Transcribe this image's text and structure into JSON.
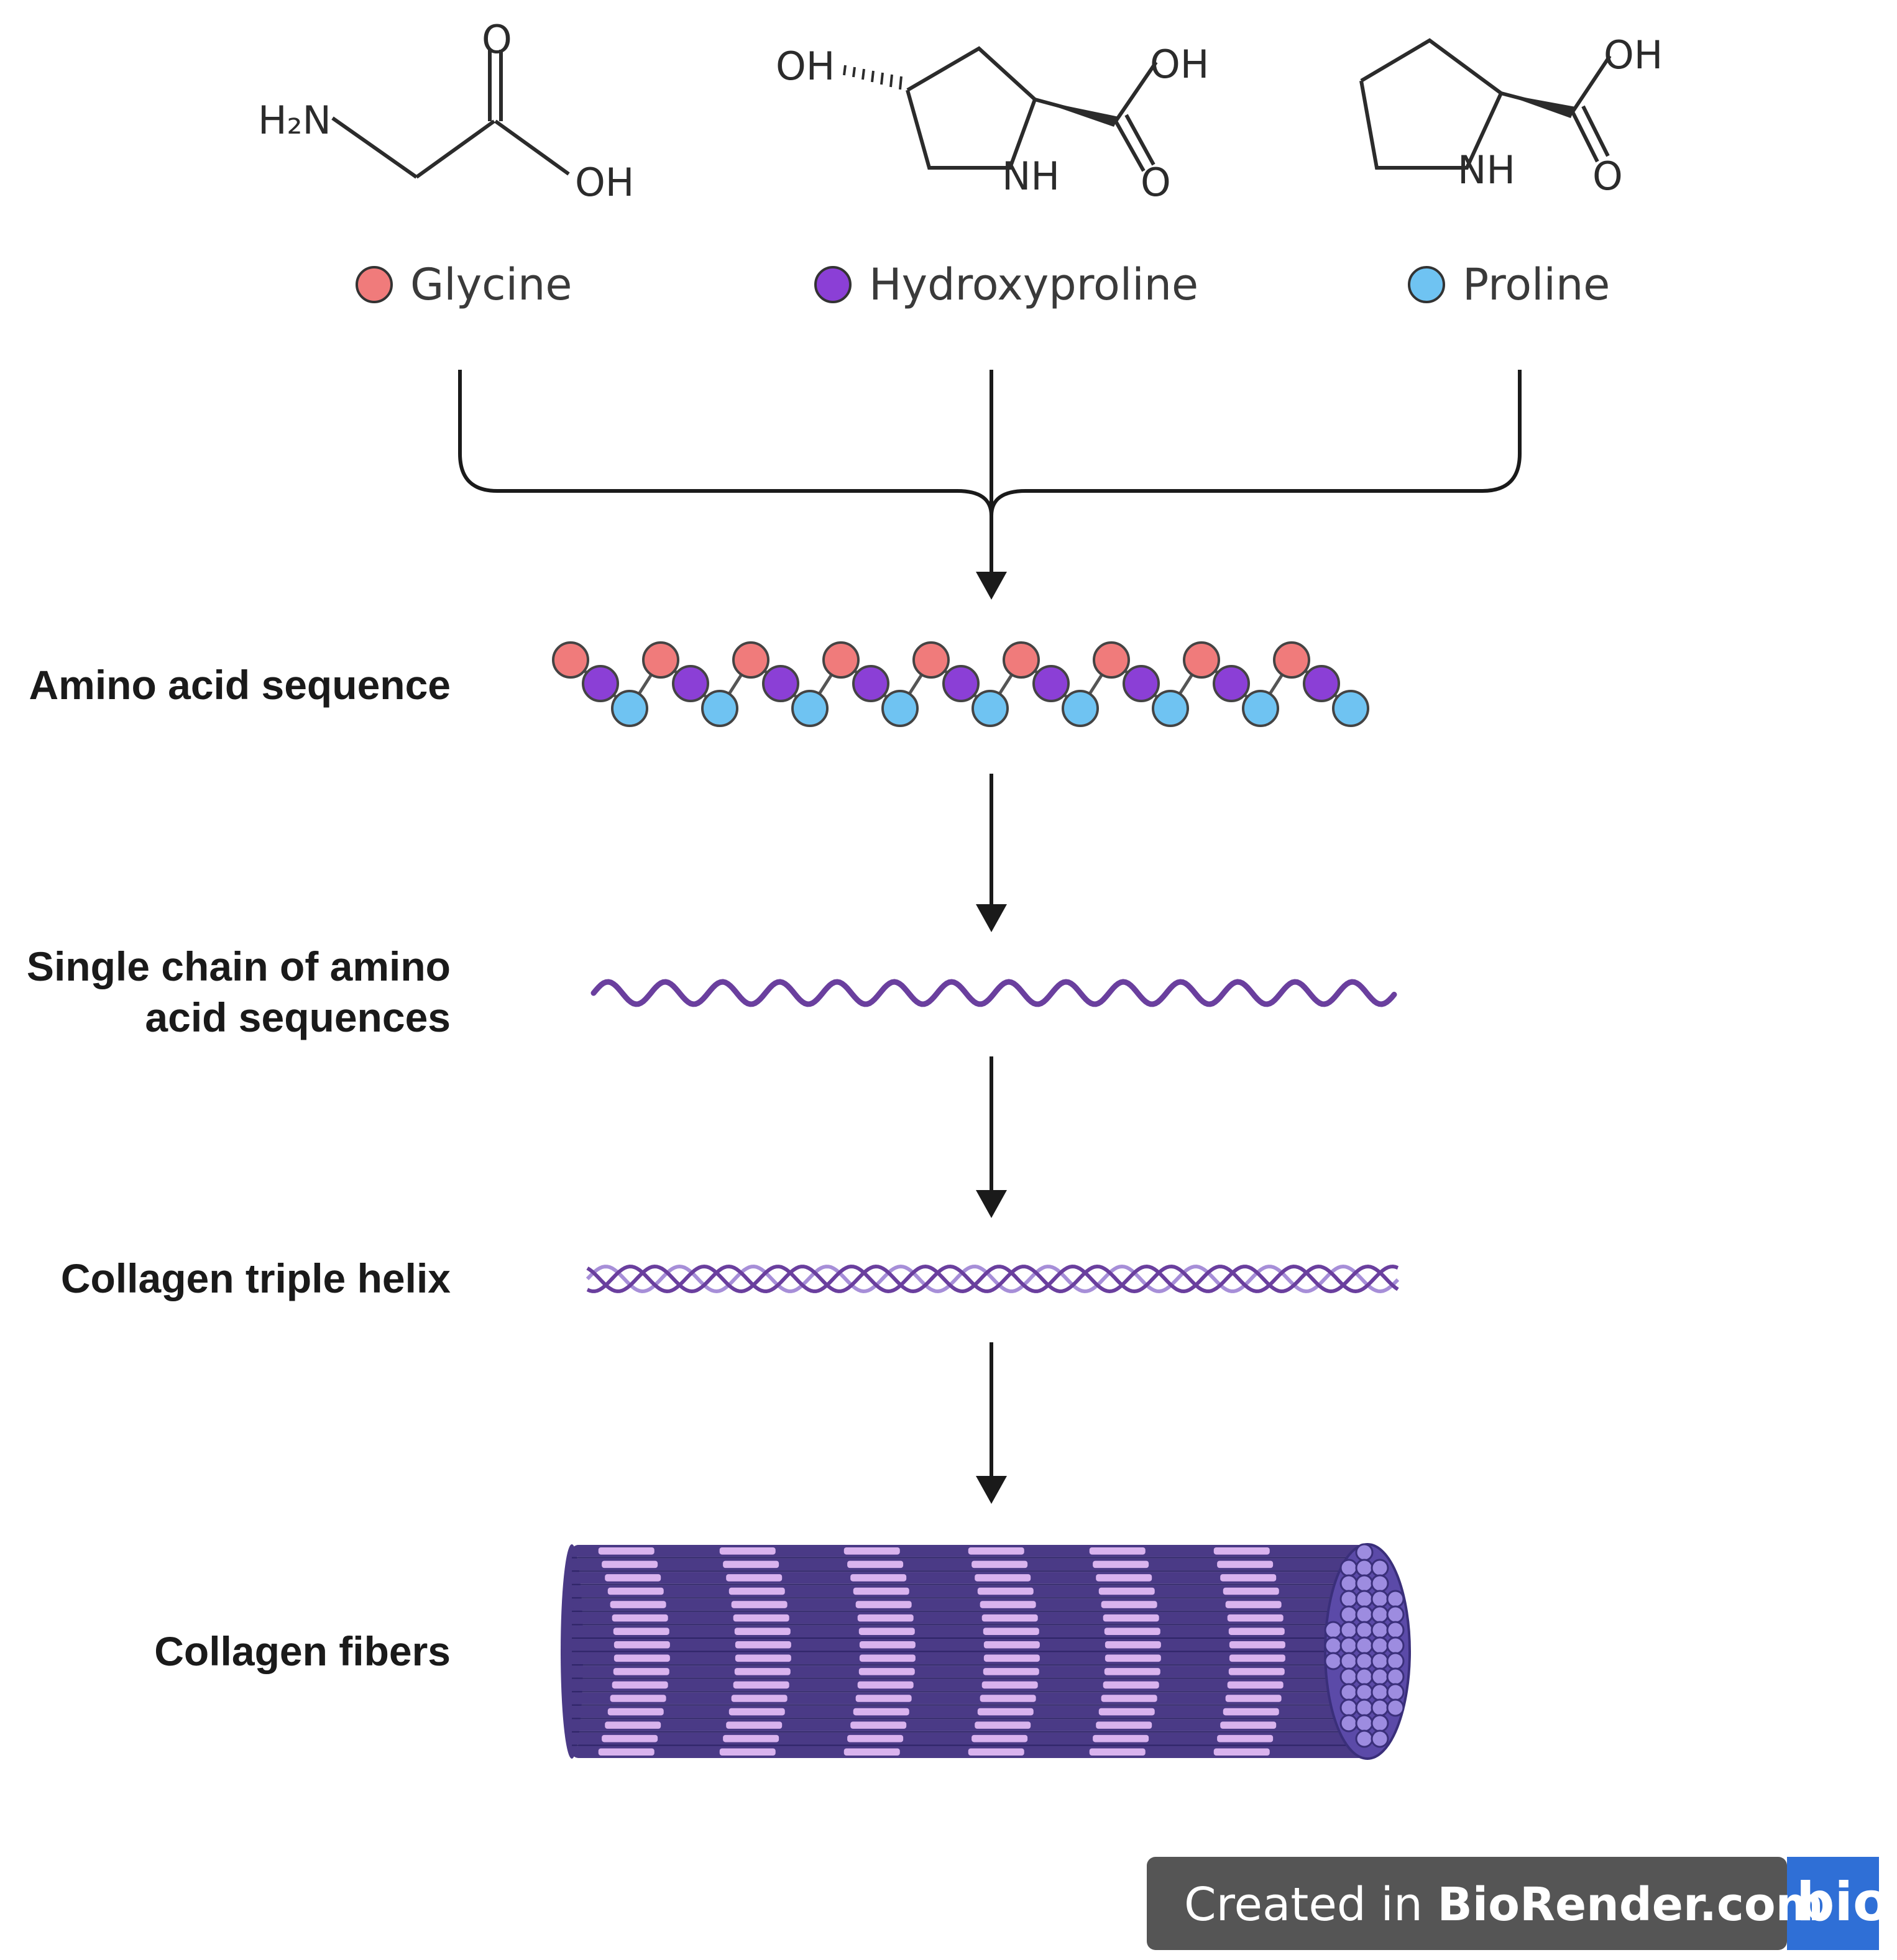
{
  "molecules": {
    "glycine": {
      "h2n": "H₂N",
      "o": "O",
      "oh": "OH"
    },
    "hydroxyproline": {
      "oh_ring": "OH",
      "oh_acid": "OH",
      "nh": "NH",
      "o": "O"
    },
    "proline": {
      "oh": "OH",
      "nh": "NH",
      "o": "O"
    }
  },
  "legend": [
    {
      "label": "Glycine",
      "color": "#f07b7b"
    },
    {
      "label": "Hydroxyproline",
      "color": "#8b3fd6"
    },
    {
      "label": "Proline",
      "color": "#6fc3f2"
    }
  ],
  "stages": {
    "amino_acid_sequence": "Amino acid sequence",
    "single_chain_line1": "Single chain of amino",
    "single_chain_line2": "acid sequences",
    "triple_helix": "Collagen triple helix",
    "fibers": "Collagen fibers"
  },
  "colors": {
    "helix": "#6a3f9e",
    "helix_light": "#a78fd8",
    "fiber_dark": "#4a3a86",
    "fiber_light": "#d9b3ee",
    "fiber_end": "#9d8ce0",
    "badge_bg": "#555555",
    "badge_logo_bg": "#2f6fd6"
  },
  "badge": {
    "text_prefix": "Created in ",
    "text_brand": "BioRender.com",
    "logo": "bio"
  }
}
